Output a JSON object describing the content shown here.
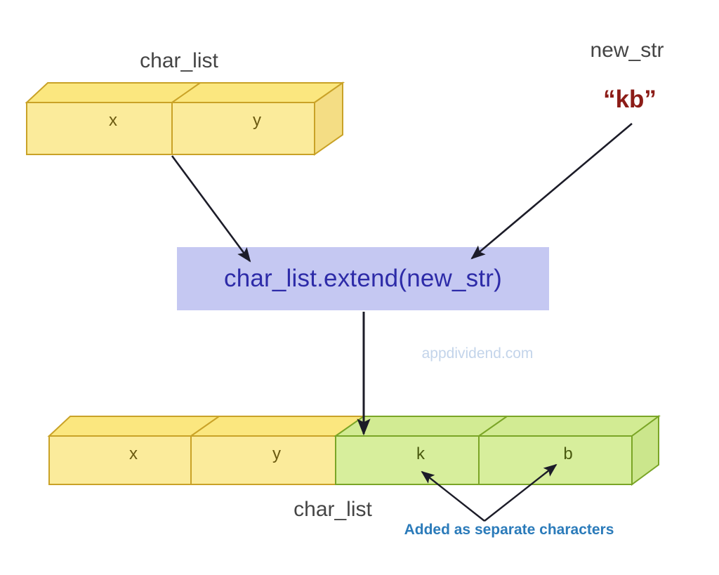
{
  "diagram": {
    "title_top_left": "char_list",
    "title_top_right": "new_str",
    "string_literal": "“kb”",
    "code_expression": "char_list.extend(new_str)",
    "title_bottom": "char_list",
    "annotation": "Added as separate characters",
    "watermark": "appdividend.com"
  },
  "top_list": {
    "name": "char_list",
    "cells": [
      {
        "value": "x",
        "color": "yellow"
      },
      {
        "value": "y",
        "color": "yellow"
      }
    ]
  },
  "bottom_list": {
    "name": "char_list",
    "cells": [
      {
        "value": "x",
        "color": "yellow"
      },
      {
        "value": "y",
        "color": "yellow"
      },
      {
        "value": "k",
        "color": "green"
      },
      {
        "value": "b",
        "color": "green"
      }
    ]
  },
  "colors": {
    "yellow_front": "#fbeb9b",
    "yellow_top": "#fbe77f",
    "yellow_side": "#f7e08a",
    "yellow_stroke": "#c9a227",
    "green_front": "#d7ee9c",
    "green_top": "#d2eb93",
    "green_side": "#cbe68c",
    "green_stroke": "#7aa526",
    "code_box_bg": "#c5c8f2",
    "code_text": "#2d2ba8",
    "string_literal": "#8c1c17",
    "label_gray": "#454545",
    "annotation_blue": "#2b7bba",
    "watermark_blue": "#c3d4ea",
    "arrow_black": "#1c1c28",
    "background": "#ffffff"
  }
}
